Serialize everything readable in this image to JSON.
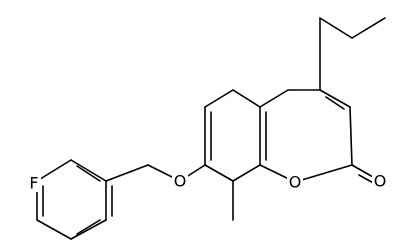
{
  "structure": {
    "atoms": [
      {
        "id": "fluorine",
        "symbol": "F"
      },
      {
        "id": "ether-oxygen",
        "symbol": "O"
      },
      {
        "id": "ring-oxygen",
        "symbol": "O"
      },
      {
        "id": "carbonyl-oxygen",
        "symbol": "O"
      }
    ]
  },
  "colors": {
    "bond": "#000000",
    "label": "#000000",
    "background": "#ffffff"
  }
}
